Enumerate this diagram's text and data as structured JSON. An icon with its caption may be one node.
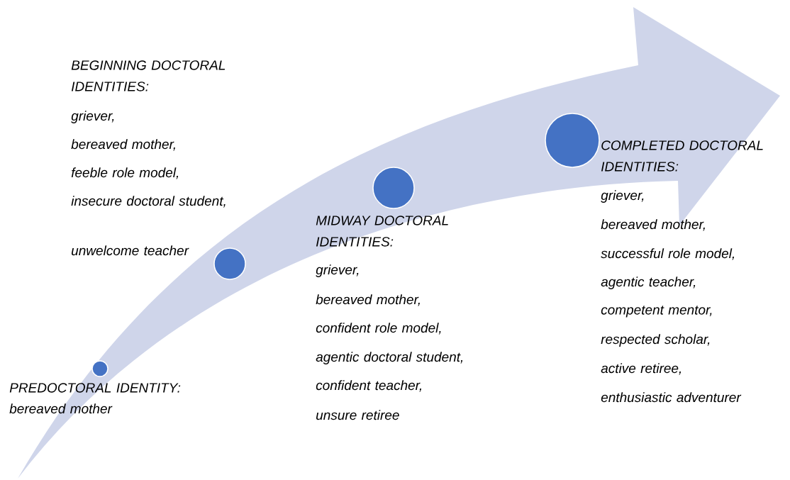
{
  "diagram": {
    "nodes": [
      {
        "text": [],
        "shape": "circle",
        "beside": [
          "PREDOCTORAL IDENTITY:",
          "bereaved mother"
        ]
      },
      {
        "text": [],
        "shape": "circle",
        "beside": [
          "BEGINNING DOCTORAL IDENTITIES:",
          "griever,",
          "bereaved mother,",
          "feeble role model,",
          "insecure doctoral student,",
          "unwelcome teacher"
        ]
      },
      {
        "text": [],
        "shape": "circle",
        "beside": [
          "MIDWAY DOCTORAL IDENTITIES:",
          "griever,",
          "bereaved mother,",
          "confident role model,",
          "agentic doctoral student,",
          "confident teacher,",
          "unsure retiree"
        ]
      },
      {
        "text": [],
        "shape": "circle",
        "beside": [
          "COMPLETED DOCTORAL IDENTITIES:",
          "griever,",
          "bereaved mother,",
          "successful role model,",
          "agentic teacher,",
          "competent mentor,",
          "respected scholar,",
          "active retiree,",
          "enthusiastic adventurer"
        ]
      }
    ]
  }
}
